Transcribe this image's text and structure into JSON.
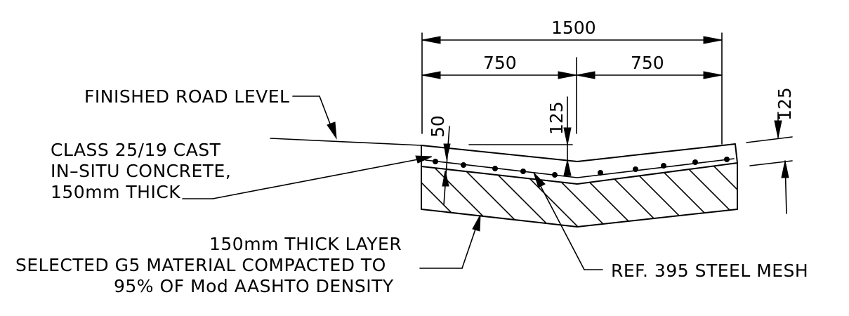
{
  "dimensions": {
    "overall_width": "1500",
    "half_left": "750",
    "half_right": "750",
    "crown_drop": "125",
    "slab_depth_right": "125",
    "mesh_cover": "50"
  },
  "labels": {
    "finished_road_level": "FINISHED ROAD LEVEL",
    "concrete_line1": "CLASS 25/19 CAST",
    "concrete_line2": "IN–SITU CONCRETE,",
    "concrete_line3": "150mm THICK",
    "layer_line1": "150mm THICK LAYER",
    "layer_line2": "SELECTED G5 MATERIAL COMPACTED TO",
    "layer_line3": "95% OF Mod AASHTO DENSITY",
    "steel_mesh": "REF. 395 STEEL MESH"
  },
  "colors": {
    "ink": "#000000",
    "background": "#ffffff"
  }
}
